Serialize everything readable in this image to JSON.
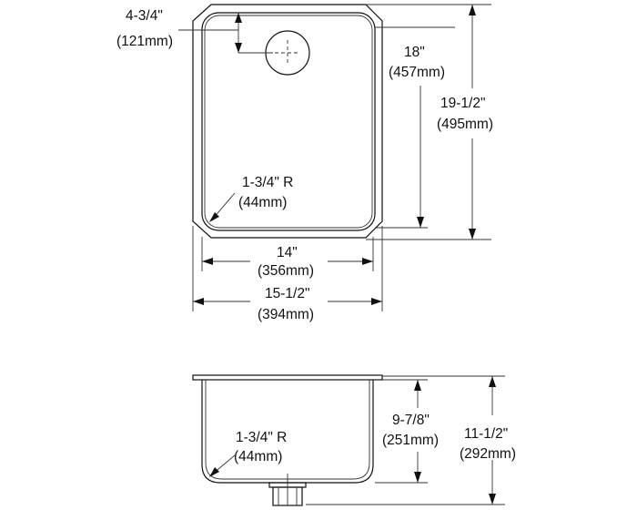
{
  "top_view": {
    "drain_offset": {
      "imperial": "4-3/4\"",
      "metric": "(121mm)"
    },
    "bowl_length": {
      "imperial": "18\"",
      "metric": "(457mm)"
    },
    "overall_length": {
      "imperial": "19-1/2\"",
      "metric": "(495mm)"
    },
    "corner_radius": {
      "imperial": "1-3/4\" R",
      "metric": "(44mm)"
    },
    "bowl_width": {
      "imperial": "14\"",
      "metric": "(356mm)"
    },
    "overall_width": {
      "imperial": "15-1/2\"",
      "metric": "(394mm)"
    }
  },
  "side_view": {
    "corner_radius": {
      "imperial": "1-3/4\" R",
      "metric": "(44mm)"
    },
    "bowl_depth": {
      "imperial": "9-7/8\"",
      "metric": "(251mm)"
    },
    "overall_depth": {
      "imperial": "11-1/2\"",
      "metric": "(292mm)"
    }
  }
}
